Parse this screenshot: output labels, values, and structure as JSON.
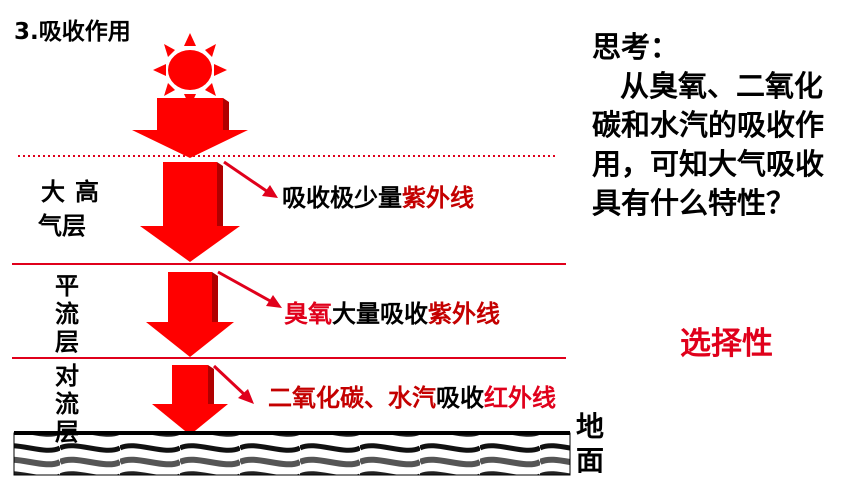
{
  "title": "3.吸收作用",
  "layers": {
    "upper": {
      "label_col1": "大",
      "label_col2a": "高",
      "label_col2b": "气层"
    },
    "strato": {
      "label": [
        "平",
        "流",
        "层"
      ]
    },
    "tropo": {
      "label": [
        "对",
        "流",
        "层"
      ]
    }
  },
  "annotations": {
    "upper": {
      "prefix": "吸收极少量",
      "highlight": "紫外线"
    },
    "strato": {
      "gas": "臭氧",
      "mid": "大量吸收",
      "highlight": "紫外线"
    },
    "tropo": {
      "gas": "二氧化碳、水汽",
      "mid": "吸收",
      "highlight": "红外线"
    }
  },
  "ground": {
    "label": [
      "地",
      "面"
    ]
  },
  "question": {
    "heading": "思考：",
    "body": "从臭氧、二氧化碳和水汽的吸收作用，可知大气吸收具有什么特性？"
  },
  "answer": "选择性",
  "colors": {
    "accent": "#e0001b",
    "sun": "#ff0000"
  }
}
